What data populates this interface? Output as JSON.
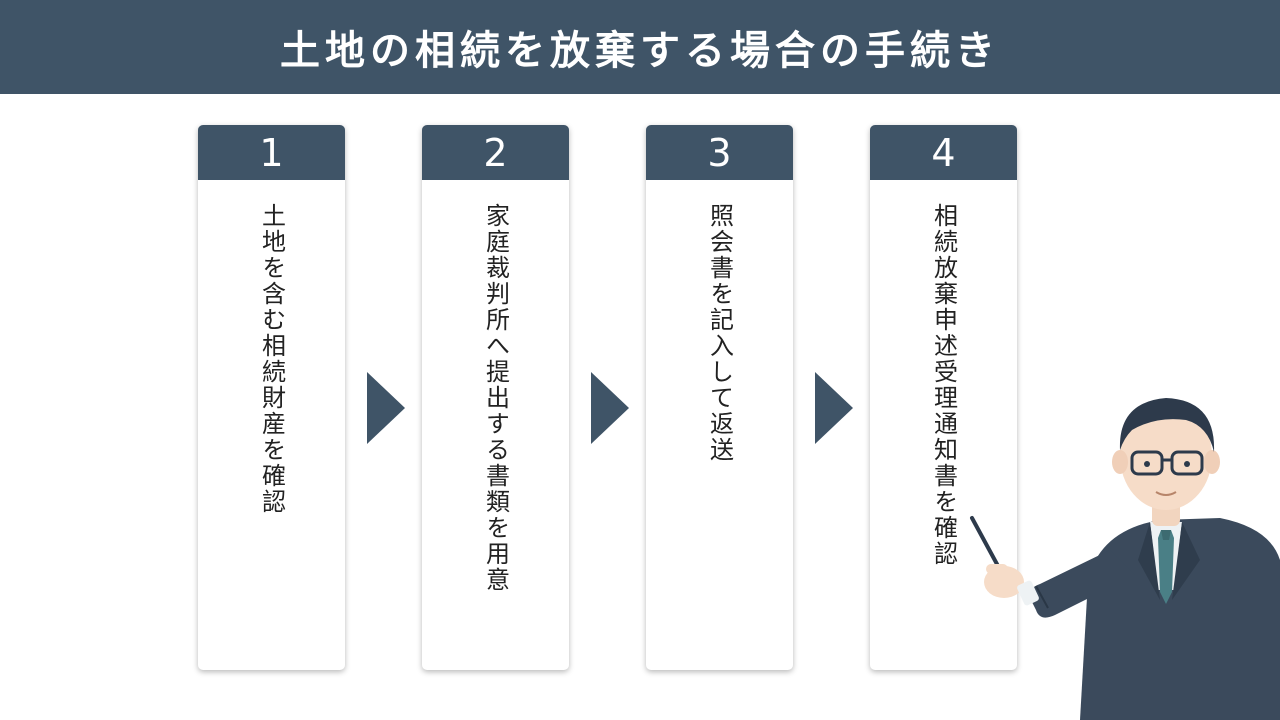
{
  "title": "土地の相続を放棄する場合の手続き",
  "steps": [
    {
      "number": "1",
      "text": "土地を含む相続財産を確認"
    },
    {
      "number": "2",
      "text": "家庭裁判所へ提出する書類を用意"
    },
    {
      "number": "3",
      "text": "照会書を記入して返送"
    },
    {
      "number": "4",
      "text": "相続放棄申述受理通知書を確認"
    }
  ],
  "colors": {
    "header": "#3f5467",
    "arrow": "#3f5467",
    "card": "#ffffff",
    "text": "#222222"
  }
}
